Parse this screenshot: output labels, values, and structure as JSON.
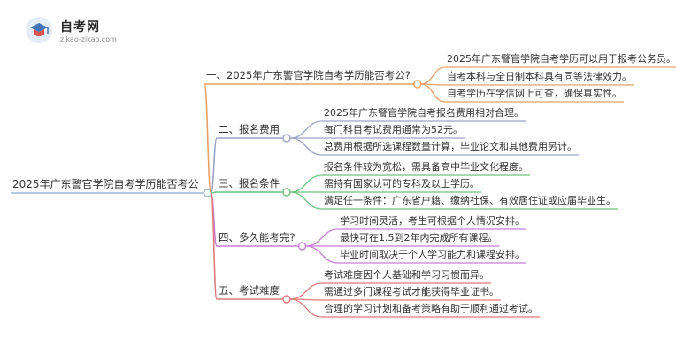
{
  "logo": {
    "title": "自考网",
    "subtitle": "zikao-zikao.com",
    "icon": "graduation-cap-icon"
  },
  "root": "2025年广东警官学院自考学历能否考公",
  "colors": {
    "root_line": "#9bb8d6",
    "b1": "#e8a064",
    "b2": "#9aa4c8",
    "b3": "#6cc27a",
    "b4": "#c87dd6",
    "b5": "#e07a7a"
  },
  "branches": [
    {
      "label": "一、2025年广东警官学院自考学历能否考公?",
      "children": [
        "2025年广东警官学院自考学历可以用于报考公务员。",
        "自考本科与全日制本科具有同等法律效力。",
        "自考学历在学信网上可查，确保真实性。"
      ]
    },
    {
      "label": "二、报名费用",
      "children": [
        "2025年广东警官学院自考报名费用相对合理。",
        "每门科目考试费用通常为52元。",
        "总费用根据所选课程数量计算，毕业论文和其他费用另计。"
      ]
    },
    {
      "label": "三、报名条件",
      "children": [
        "报名条件较为宽松，需具备高中毕业文化程度。",
        "需持有国家认可的专科及以上学历。",
        "满足任一条件：广东省户籍、缴纳社保、有效居住证或应届毕业生。"
      ]
    },
    {
      "label": "四、多久能考完?",
      "children": [
        "学习时间灵活，考生可根据个人情况安排。",
        "最快可在1.5到2年内完成所有课程。",
        "毕业时间取决于个人学习能力和课程安排。"
      ]
    },
    {
      "label": "五、考试难度",
      "children": [
        "考试难度因个人基础和学习习惯而异。",
        "需通过多门课程考试才能获得毕业证书。",
        "合理的学习计划和备考策略有助于顺利通过考试。"
      ]
    }
  ]
}
